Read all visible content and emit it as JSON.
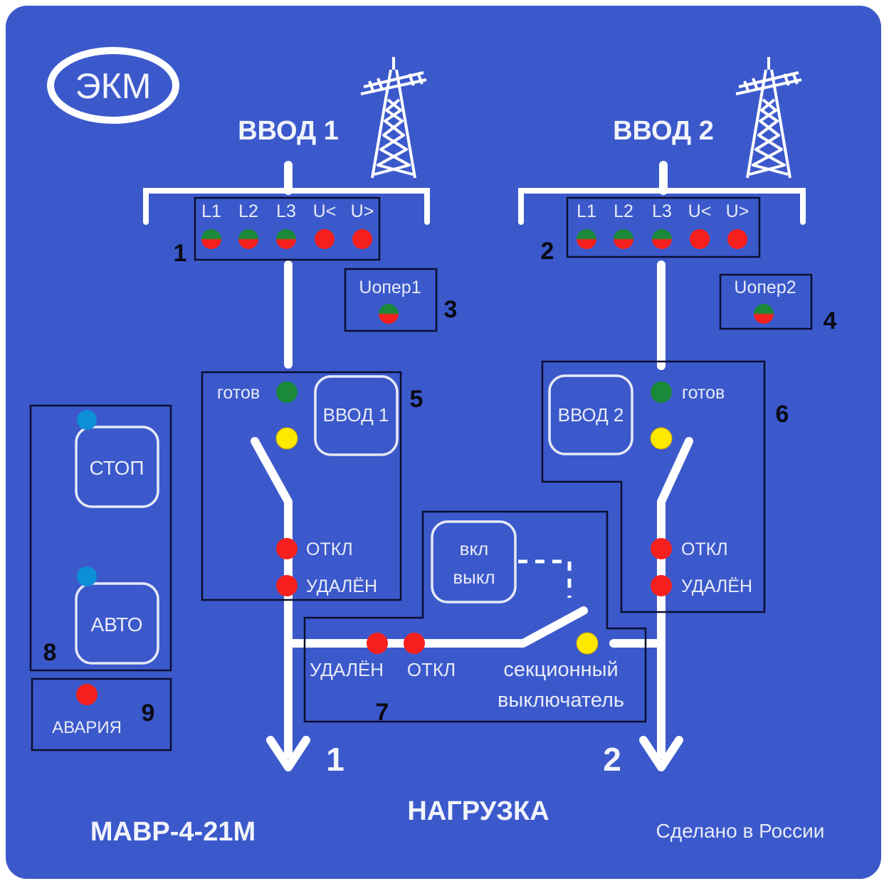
{
  "brand": {
    "logo": "ЭКМ"
  },
  "model": "МАВР-4-21М",
  "made_in": "Сделано в России",
  "load_label": "НАГРУЗКА",
  "colors": {
    "panel": "#3b59cb",
    "led_green": "#1a8a3a",
    "led_red": "#f5201e",
    "led_yellow": "#ffe800",
    "led_blue": "#0c8fd6"
  },
  "inputs": [
    {
      "title": "ВВОД 1",
      "zone_number": "1",
      "phase_labels": [
        "L1",
        "L2",
        "L3",
        "U<",
        "U>"
      ],
      "phase_leds": [
        "green-red",
        "green-red",
        "green-red",
        "red",
        "red"
      ],
      "oper": {
        "label": "Uопер1",
        "zone_number": "3",
        "led": "green-red"
      },
      "switch": {
        "zone_number": "5",
        "ready_label": "готов",
        "button_label": "ВВОД 1",
        "off_label": "ОТКЛ",
        "remote_label": "УДАЛЁН"
      },
      "load_number": "1"
    },
    {
      "title": "ВВОД 2",
      "zone_number": "2",
      "phase_labels": [
        "L1",
        "L2",
        "L3",
        "U<",
        "U>"
      ],
      "phase_leds": [
        "green-red",
        "green-red",
        "green-red",
        "red",
        "red"
      ],
      "oper": {
        "label": "Uопер2",
        "zone_number": "4",
        "led": "green-red"
      },
      "switch": {
        "zone_number": "6",
        "ready_label": "готов",
        "button_label": "ВВОД 2",
        "off_label": "ОТКЛ",
        "remote_label": "УДАЛЁН"
      },
      "load_number": "2"
    }
  ],
  "section_switch": {
    "zone_number": "7",
    "button_line1": "вкл",
    "button_line2": "выкл",
    "remote_label": "УДАЛЁН",
    "off_label": "ОТКЛ",
    "name_line1": "секционный",
    "name_line2": "выключатель"
  },
  "mode": {
    "zone_number": "8",
    "stop_label": "СТОП",
    "auto_label": "АВТО"
  },
  "alarm": {
    "zone_number": "9",
    "label": "АВАРИЯ"
  }
}
